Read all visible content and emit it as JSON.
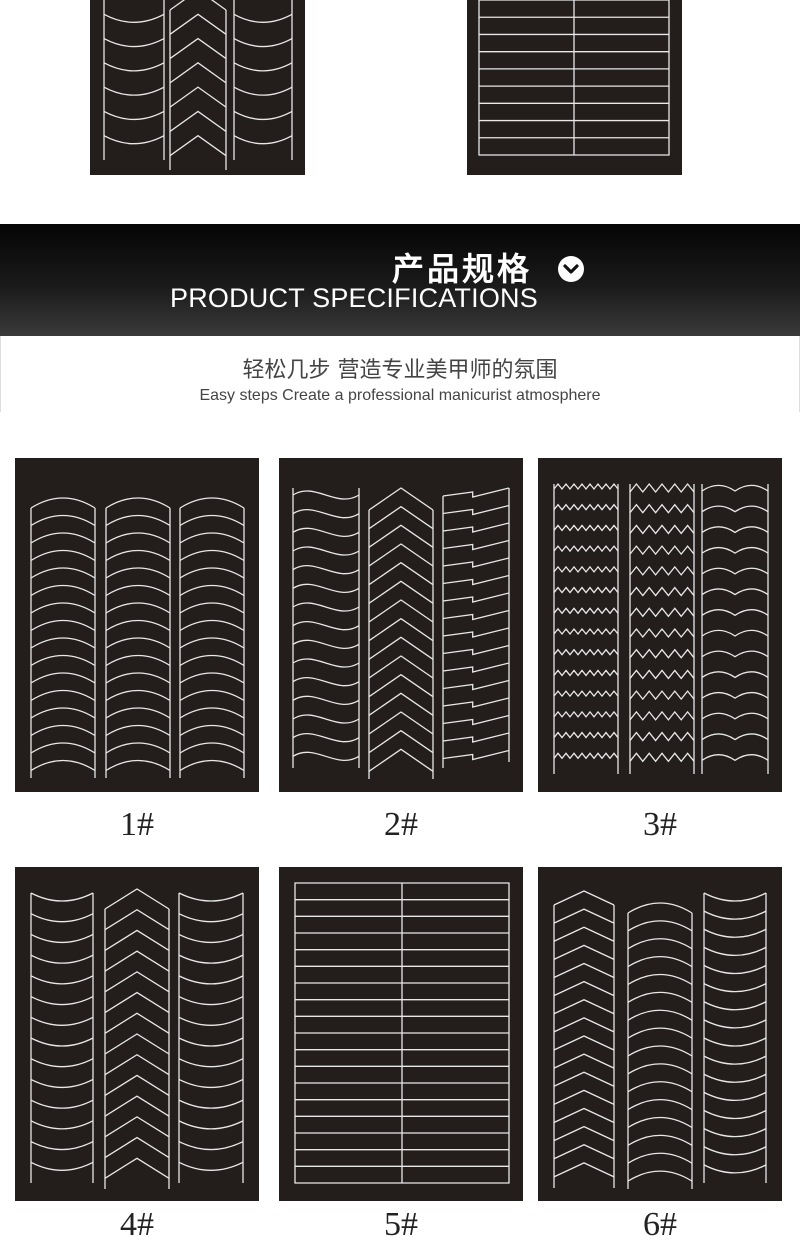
{
  "banner": {
    "title_cn": "产品规格",
    "title_en": "PRODUCT SPECIFICATIONS",
    "chevron_icon": "chevron-down-icon"
  },
  "subtitle": {
    "cn": "轻松几步 营造专业美甲师的氛围",
    "en": "Easy steps Create a professional manicurist atmosphere"
  },
  "colors": {
    "card": "#231d1c",
    "stroke": "#e8e8e8"
  },
  "stencils": [
    {
      "label": "1#"
    },
    {
      "label": "2#"
    },
    {
      "label": "3#"
    },
    {
      "label": "4#"
    },
    {
      "label": "5#"
    },
    {
      "label": "6#"
    }
  ]
}
